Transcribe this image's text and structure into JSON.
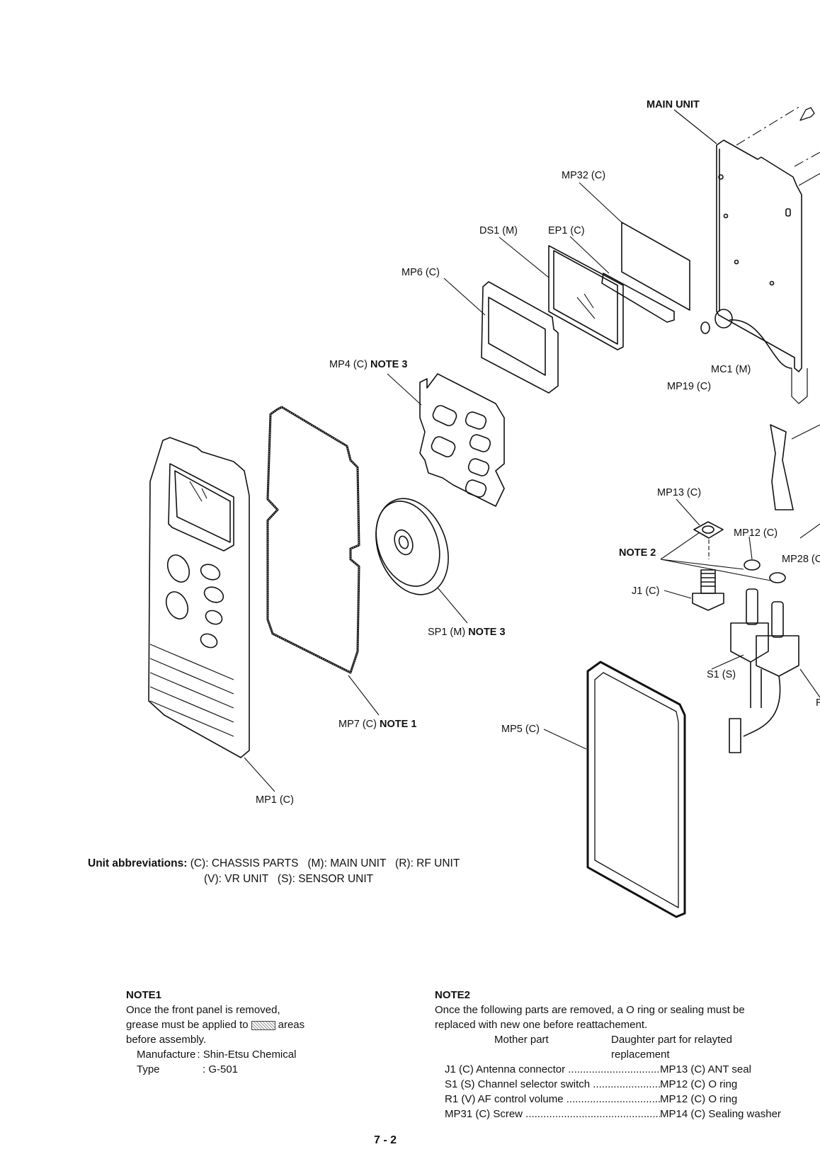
{
  "diagram": {
    "labels": {
      "main_unit": "MAIN UNIT",
      "mp32": "MP32 (C)",
      "ds1": "DS1 (M)",
      "ep1": "EP1 (C)",
      "mp6": "MP6 (C)",
      "mp4": "MP4 (C)",
      "mp4_note": "NOTE 3",
      "mc1": "MC1 (M)",
      "mp19": "MP19 (C)",
      "mp13": "MP13 (C)",
      "mp12": "MP12 (C)",
      "note2": "NOTE 2",
      "mp28": "MP28 (C",
      "j1": "J1 (C)",
      "sp1": "SP1 (M)",
      "sp1_note": "NOTE 3",
      "s1": "S1 (S)",
      "r_cut": "R",
      "mp7": "MP7 (C)",
      "mp7_note": "NOTE 1",
      "mp5": "MP5 (C)",
      "mp1": "MP1 (C)"
    }
  },
  "abbreviations": {
    "title": "Unit abbreviations:",
    "line1": "(C): CHASSIS PARTS   (M): MAIN UNIT   (R): RF UNIT",
    "line2": "(V): VR UNIT   (S): SENSOR UNIT"
  },
  "note1": {
    "title": "NOTE1",
    "line1": "Once the front panel is removed,",
    "line2a": "grease must be applied to",
    "line2b": "areas",
    "line3": "before assembly.",
    "manufacture_label": "Manufacture",
    "manufacture_value": ": Shin-Etsu Chemical",
    "type_label": "Type",
    "type_value": ": G-501"
  },
  "note2": {
    "title": "NOTE2",
    "line1": "Once the following parts are removed, a O ring or sealing must be",
    "line2": "replaced with new one before reattachement.",
    "col_mother": "Mother part",
    "col_daughter": "Daughter part for relayted",
    "col_daughter2": "replacement",
    "rows": [
      {
        "mother": "J1 (C) Antenna connector",
        "daughter": "MP13 (C) ANT seal"
      },
      {
        "mother": "S1 (S) Channel selector switch",
        "daughter": "MP12 (C) O ring"
      },
      {
        "mother": "R1 (V) AF control volume",
        "daughter": "MP12 (C) O ring"
      },
      {
        "mother": "MP31 (C) Screw",
        "daughter": "MP14 (C) Sealing washer"
      }
    ]
  },
  "page_number": "7 - 2"
}
